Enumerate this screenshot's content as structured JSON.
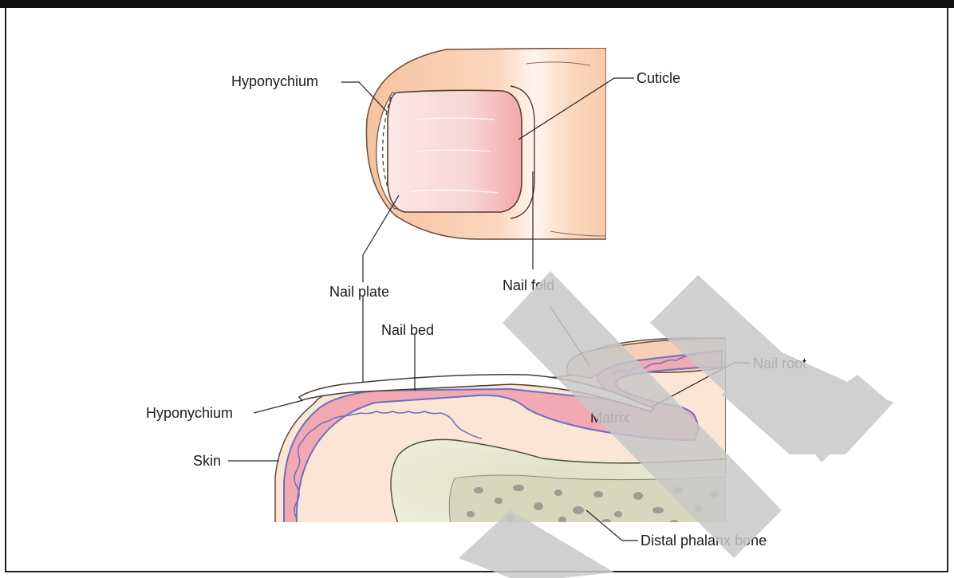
{
  "labels": {
    "hyponychium_top": "Hyponychium",
    "cuticle": "Cuticle",
    "nail_plate": "Nail plate",
    "nail_fold": "Nail fold",
    "nail_bed": "Nail bed",
    "nail_root": "Nail root",
    "hyponychium_bottom": "Hyponychium",
    "matrix": "Matrix",
    "skin": "Skin",
    "distal_phalanx_bone": "Distal phalanx bone"
  },
  "colors": {
    "skin_tone": "#f8c9a8",
    "skin_light": "#fde3cf",
    "nail_pink": "#f5b5b8",
    "nail_pale": "#fbe4e2",
    "dermis_pink": "#f0a2b0",
    "membrane_blue": "#6a6fc0",
    "bone_outer": "#e7ead2",
    "bone_inner": "#d8d9c0",
    "bone_spots": "#a9a9a0",
    "watermark_gray": "#c8c8c8"
  }
}
